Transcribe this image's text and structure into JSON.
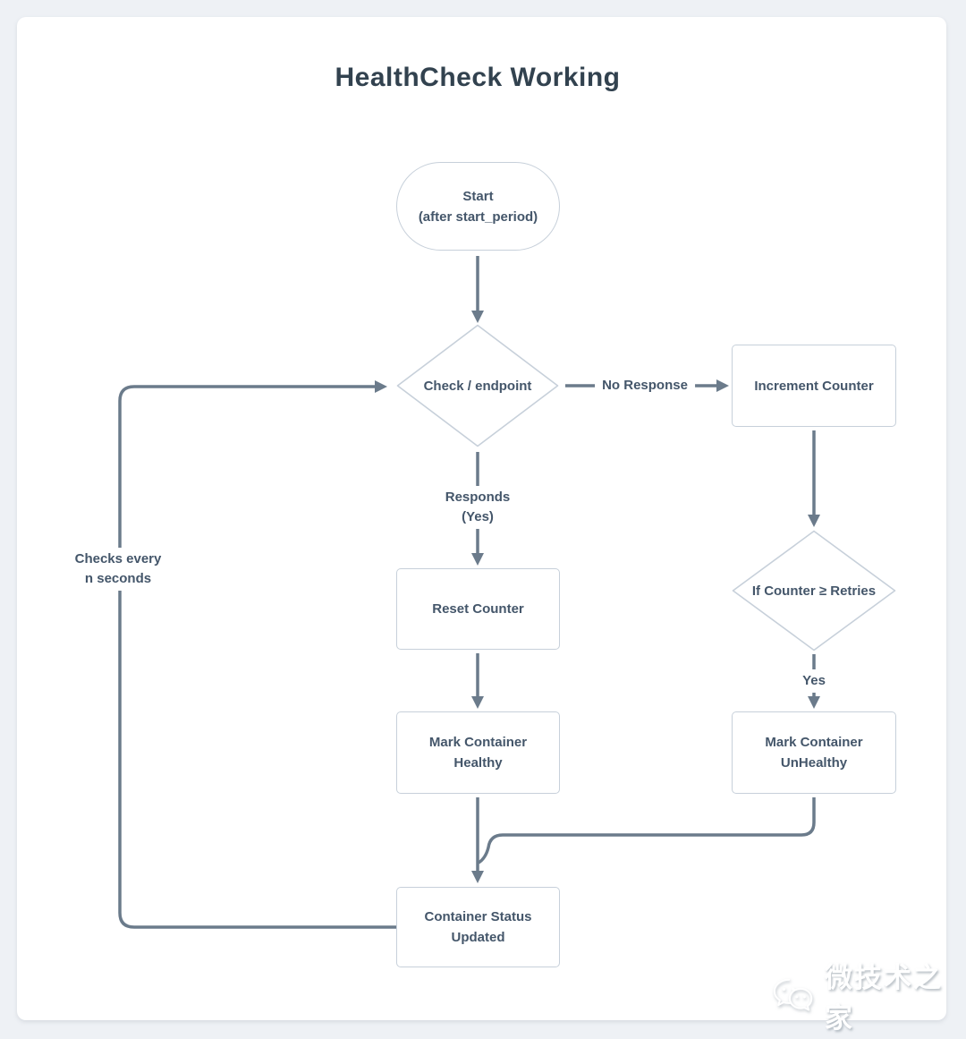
{
  "title": "HealthCheck Working",
  "nodes": {
    "start": {
      "line1": "Start",
      "line2": "(after start_period)"
    },
    "check_endpoint": {
      "label": "Check / endpoint"
    },
    "increment_counter": {
      "label": "Increment Counter"
    },
    "reset_counter": {
      "label": "Reset Counter"
    },
    "mark_healthy": {
      "line1": "Mark Container",
      "line2": "Healthy"
    },
    "if_counter_retries": {
      "label": "If Counter ≥ Retries"
    },
    "mark_unhealthy": {
      "line1": "Mark Container",
      "line2": "UnHealthy"
    },
    "container_status": {
      "line1": "Container Status",
      "line2": "Updated"
    }
  },
  "edge_labels": {
    "no_response": "No Response",
    "responds": "Responds",
    "responds_yes": "(Yes)",
    "yes": "Yes",
    "loop_line1": "Checks every",
    "loop_line2": "n seconds"
  },
  "watermark": {
    "icon": "wechat-icon",
    "text": "微技术之家"
  },
  "colors": {
    "page_background": "#eef1f5",
    "card_background": "#ffffff",
    "node_border": "#c7d0da",
    "node_text": "#44566a",
    "connector": "#6b7b8b",
    "title_text": "#32424f"
  }
}
